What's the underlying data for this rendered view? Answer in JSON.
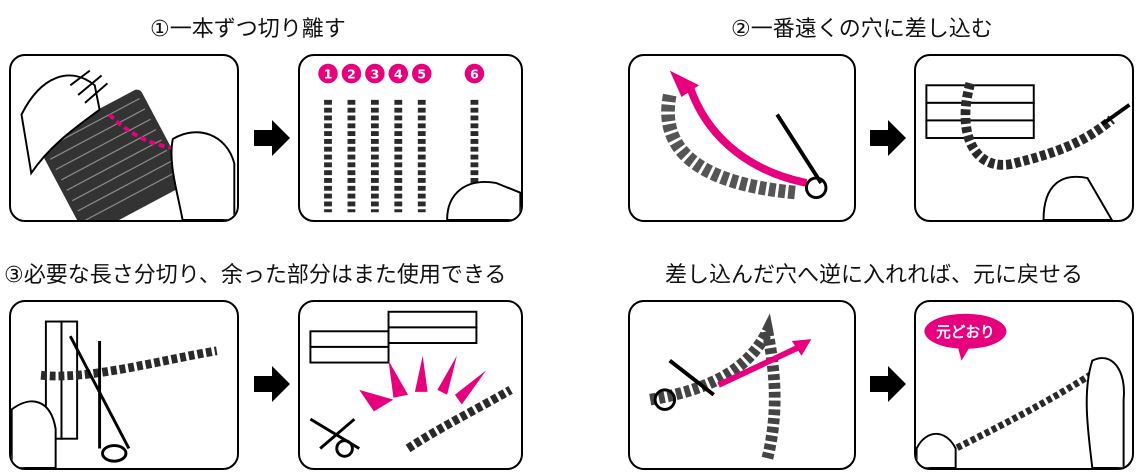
{
  "steps": [
    {
      "caption": "①一本ずつ切り離す"
    },
    {
      "caption": "②一番遠くの穴に差し込む"
    },
    {
      "caption": "③必要な長さ分切り、余った部分はまた使用できる"
    },
    {
      "caption": "差し込んだ穴へ逆に入れれば、元に戻せる"
    }
  ],
  "numbers": [
    "1",
    "2",
    "3",
    "4",
    "5",
    "6"
  ],
  "bubble": "元どおり",
  "colors": {
    "accent": "#e6007e",
    "chain": "#2a2a2a",
    "line": "#000000"
  },
  "icons": [
    "arrow-right-icon"
  ]
}
